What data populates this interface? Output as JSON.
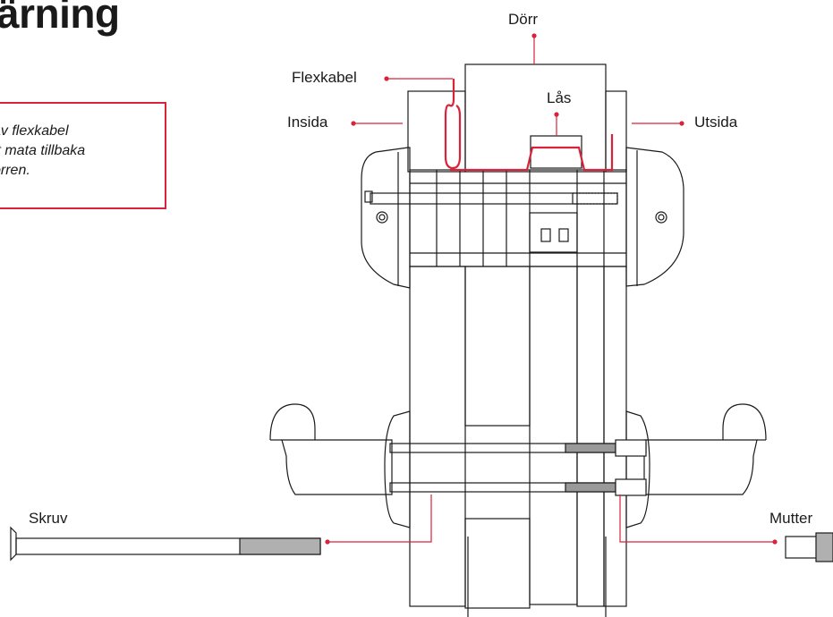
{
  "heading": "ärning",
  "warning": {
    "lines": [
      "av flexkabel",
      "tt mata tillbaka",
      "örren."
    ]
  },
  "labels": {
    "door": "Dörr",
    "flexcable": "Flexkabel",
    "inside": "Insida",
    "lock": "Lås",
    "outside": "Utsida",
    "screw": "Skruv",
    "nut": "Mutter"
  },
  "colors": {
    "accent": "#d9233a",
    "line": "#1a1a1a"
  }
}
